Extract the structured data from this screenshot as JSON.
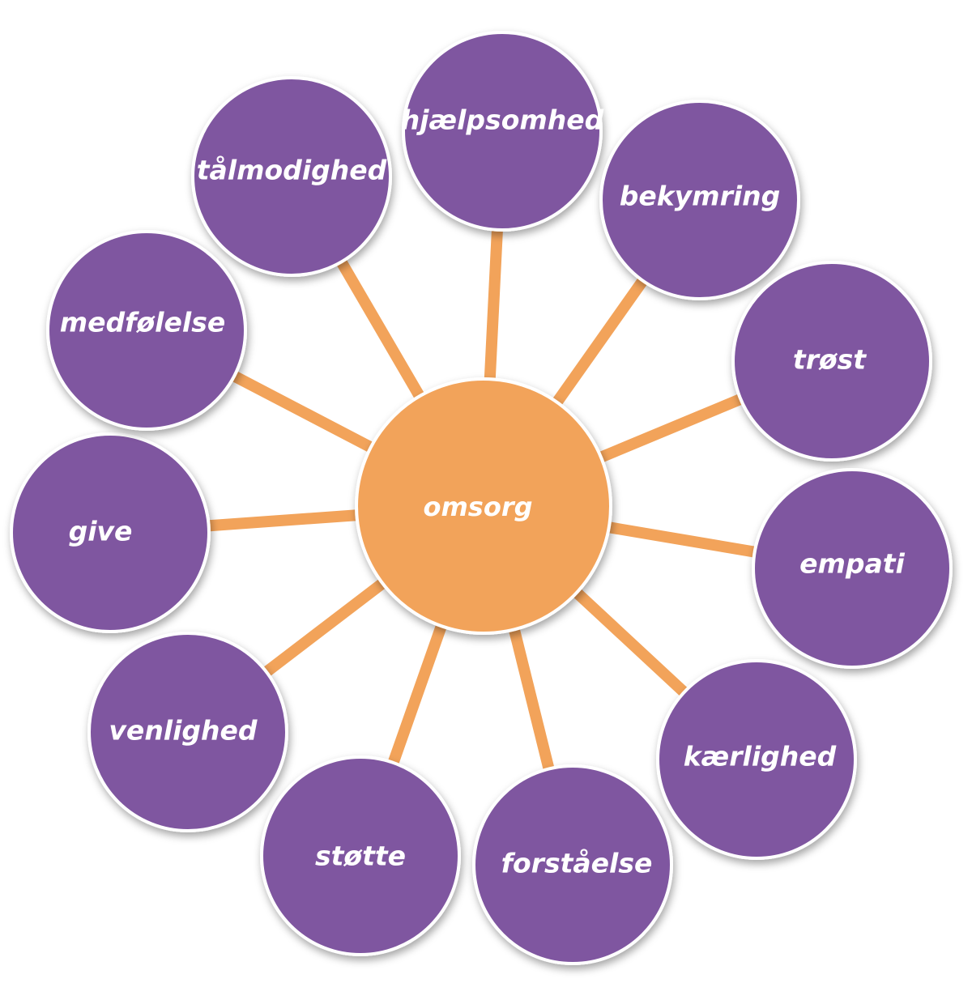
{
  "center": {
    "label": "omsorg"
  },
  "nodes": [
    {
      "label": "hjælpsomhed"
    },
    {
      "label": "bekymring"
    },
    {
      "label": "trøst"
    },
    {
      "label": "empati"
    },
    {
      "label": "kærlighed"
    },
    {
      "label": "forståelse"
    },
    {
      "label": "støtte"
    },
    {
      "label": "venlighed"
    },
    {
      "label": "give"
    },
    {
      "label": "medfølelse"
    },
    {
      "label": "tålmodighed"
    }
  ],
  "colors": {
    "hub_fill": "#F2A35A",
    "spoke": "#F2A35A",
    "node_fill": "#7F57A0",
    "border": "#FFFFFF",
    "text": "#FFFFFF"
  }
}
